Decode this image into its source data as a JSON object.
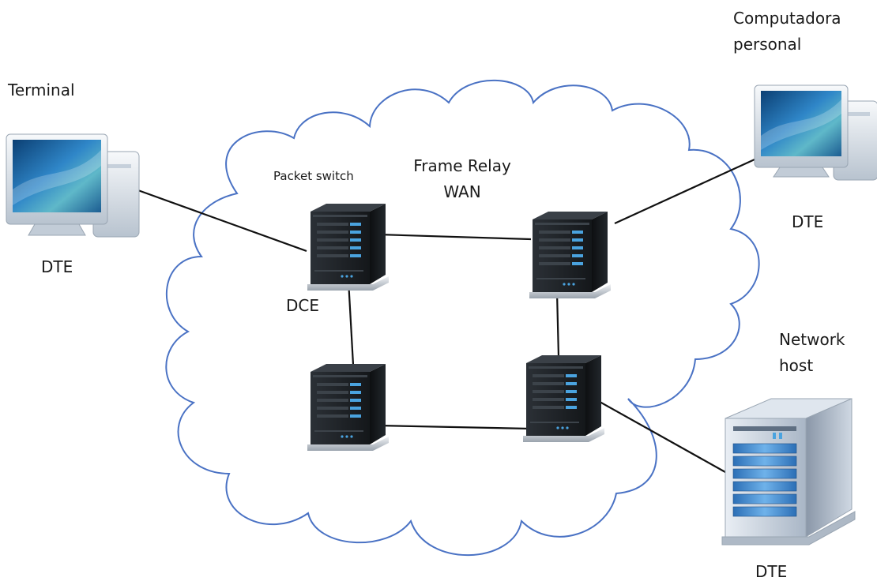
{
  "network": {
    "title_line1": "Frame Relay",
    "title_line2": "WAN",
    "packet_switch_label": "Packet switch",
    "dce_label": "DCE"
  },
  "terminal": {
    "name": "Terminal",
    "role": "DTE"
  },
  "personal_computer": {
    "name_line1": "Computadora",
    "name_line2": "personal",
    "role": "DTE"
  },
  "network_host": {
    "name_line1": "Network",
    "name_line2": "host",
    "role": "DTE"
  },
  "colors": {
    "cloud_stroke": "#4a72c4",
    "link_line": "#111111",
    "server_body": "#1e2226",
    "server_led": "#4aa3df",
    "screen_blue": "#2f86c8",
    "tower_body": "#c9d6e6"
  },
  "icons": [
    "cloud-icon",
    "server-icon",
    "monitor-icon",
    "tower-server-icon"
  ]
}
